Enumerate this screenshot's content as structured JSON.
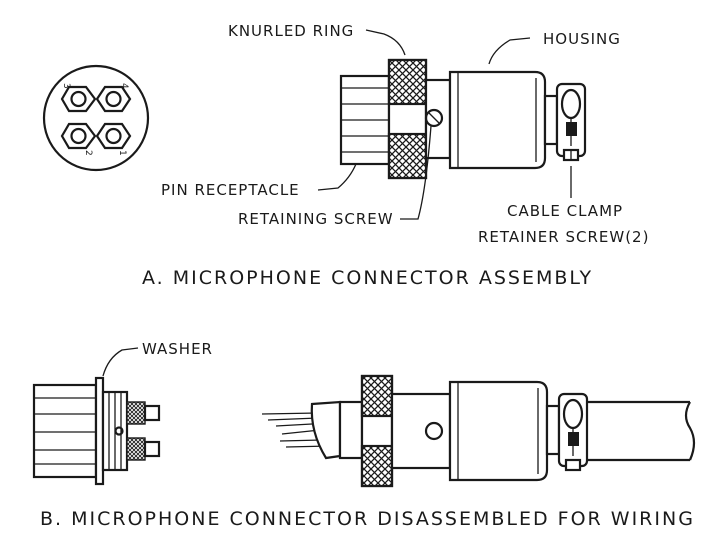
{
  "labels": {
    "knurled_ring": "KNURLED RING",
    "housing": "HOUSING",
    "pin_receptacle": "PIN RECEPTACLE",
    "retaining_screw": "RETAINING SCREW",
    "cable_clamp_line1": "CABLE CLAMP",
    "cable_clamp_line2": "RETAINER SCREW(2)",
    "washer": "WASHER"
  },
  "pin_numbers": [
    "3",
    "4",
    "2",
    "1"
  ],
  "captions": {
    "a": "A. MICROPHONE CONNECTOR ASSEMBLY",
    "b": "B. MICROPHONE CONNECTOR DISASSEMBLED FOR WIRING"
  }
}
